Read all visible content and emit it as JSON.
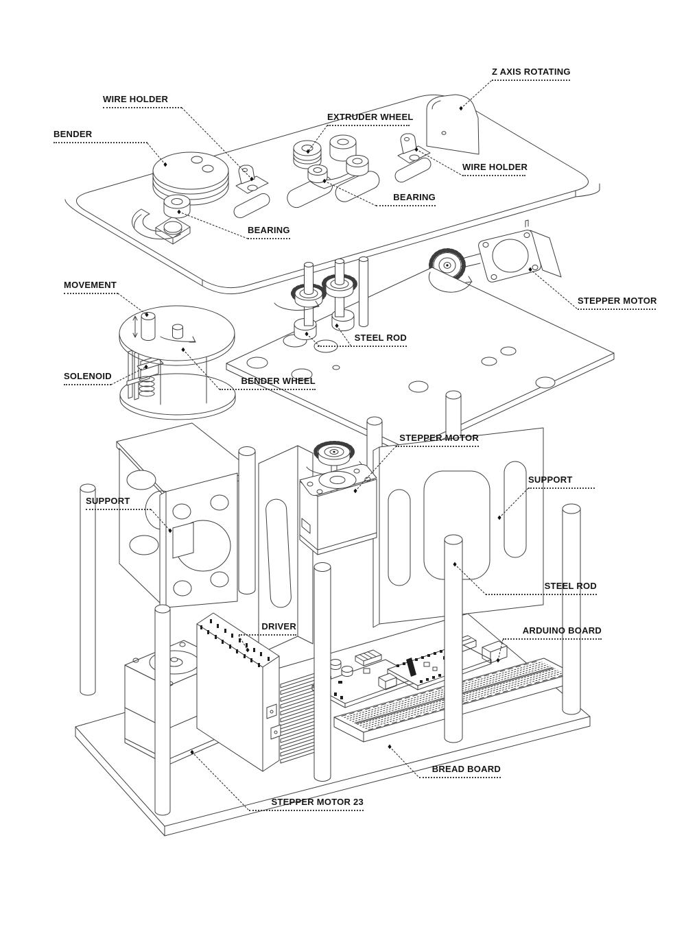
{
  "colors": {
    "background": "#ffffff",
    "line": "#3d3d3d",
    "label": "#141414"
  },
  "labels": [
    {
      "id": "z-axis-rotating",
      "text": "Z AXIS ROTATING"
    },
    {
      "id": "wire-holder-top",
      "text": "WIRE HOLDER"
    },
    {
      "id": "bender",
      "text": "BENDER"
    },
    {
      "id": "extruder-wheel",
      "text": "EXTRUDER WHEEL"
    },
    {
      "id": "wire-holder-right",
      "text": "WIRE HOLDER"
    },
    {
      "id": "bearing-extruder",
      "text": "BEARING"
    },
    {
      "id": "bearing-bender",
      "text": "BEARING"
    },
    {
      "id": "stepper-motor-top",
      "text": "STEPPER MOTOR"
    },
    {
      "id": "movement",
      "text": "MOVEMENT"
    },
    {
      "id": "steel-rod-top",
      "text": "STEEL ROD"
    },
    {
      "id": "solenoid",
      "text": "SOLENOID"
    },
    {
      "id": "bender-wheel",
      "text": "BENDER WHEEL"
    },
    {
      "id": "stepper-motor-mid",
      "text": "STEPPER MOTOR"
    },
    {
      "id": "support-right",
      "text": "SUPPORT"
    },
    {
      "id": "support-left",
      "text": "SUPPORT"
    },
    {
      "id": "steel-rod-right",
      "text": "STEEL ROD"
    },
    {
      "id": "driver",
      "text": "DRIVER"
    },
    {
      "id": "arduino-board",
      "text": "ARDUINO BOARD"
    },
    {
      "id": "bread-board",
      "text": "BREAD BOARD"
    },
    {
      "id": "stepper-motor-23",
      "text": "STEPPER MOTOR 23"
    }
  ]
}
